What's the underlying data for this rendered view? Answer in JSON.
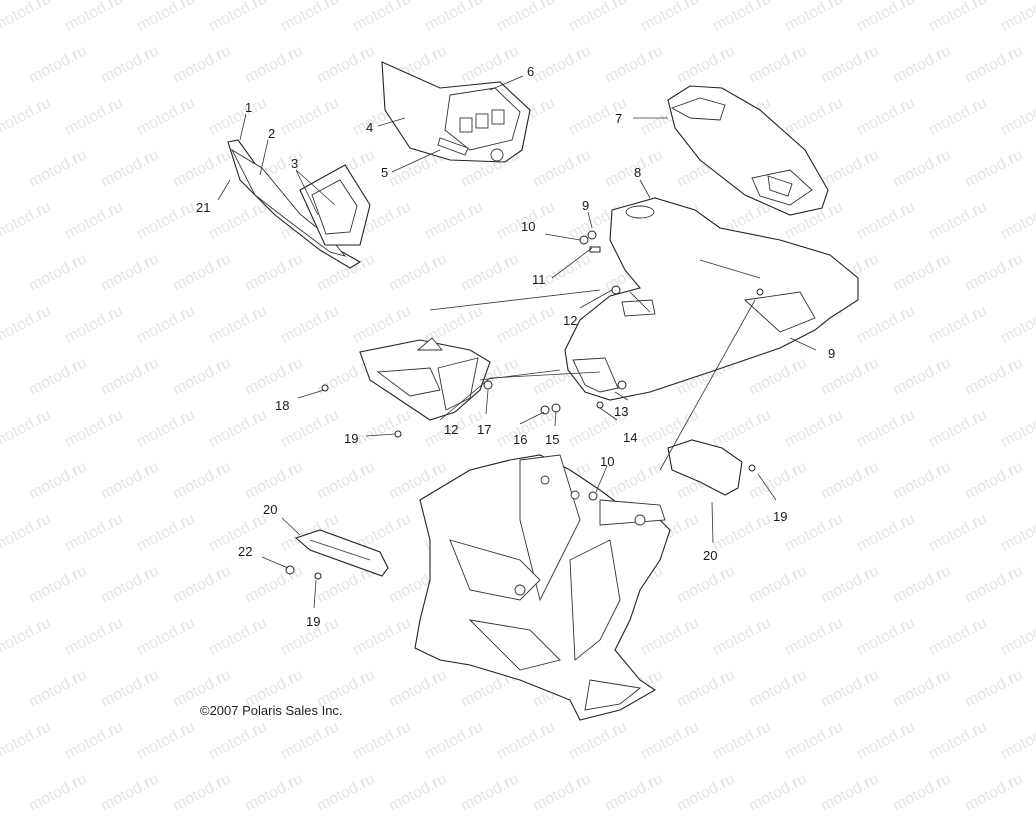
{
  "watermark_text": "motod.ru",
  "copyright": "©2007 Polaris Sales Inc.",
  "callouts": [
    {
      "id": "c1",
      "label": "1"
    },
    {
      "id": "c2",
      "label": "2"
    },
    {
      "id": "c3",
      "label": "3"
    },
    {
      "id": "c4",
      "label": "4"
    },
    {
      "id": "c5",
      "label": "5"
    },
    {
      "id": "c6",
      "label": "6"
    },
    {
      "id": "c7",
      "label": "7"
    },
    {
      "id": "c8",
      "label": "8"
    },
    {
      "id": "c9a",
      "label": "9"
    },
    {
      "id": "c9b",
      "label": "9"
    },
    {
      "id": "c10a",
      "label": "10"
    },
    {
      "id": "c10b",
      "label": "10"
    },
    {
      "id": "c11",
      "label": "11"
    },
    {
      "id": "c12a",
      "label": "12"
    },
    {
      "id": "c12b",
      "label": "12"
    },
    {
      "id": "c13",
      "label": "13"
    },
    {
      "id": "c14",
      "label": "14"
    },
    {
      "id": "c15",
      "label": "15"
    },
    {
      "id": "c16",
      "label": "16"
    },
    {
      "id": "c17",
      "label": "17"
    },
    {
      "id": "c18",
      "label": "18"
    },
    {
      "id": "c19a",
      "label": "19"
    },
    {
      "id": "c19b",
      "label": "19"
    },
    {
      "id": "c19c",
      "label": "19"
    },
    {
      "id": "c20a",
      "label": "20"
    },
    {
      "id": "c20b",
      "label": "20"
    },
    {
      "id": "c21",
      "label": "21"
    },
    {
      "id": "c22",
      "label": "22"
    }
  ]
}
